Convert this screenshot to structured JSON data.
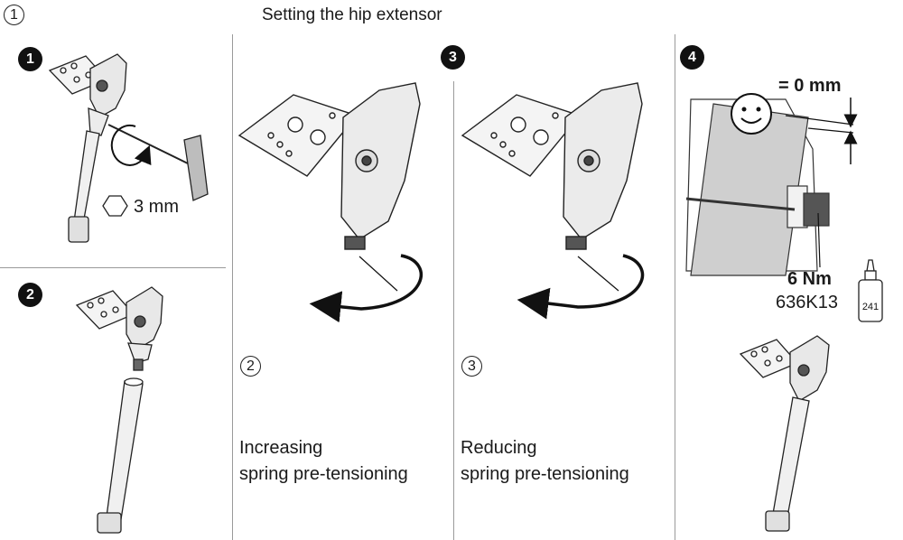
{
  "header": {
    "section_number": "1",
    "title": "Setting the hip extensor"
  },
  "steps": [
    {
      "badge": "1",
      "hex_label": "3 mm"
    },
    {
      "badge": "2"
    },
    {
      "badge": "3"
    },
    {
      "badge": "4",
      "gap_label": "= 0 mm",
      "torque": "6 Nm",
      "part": "636K13",
      "bottle_label": "241"
    }
  ],
  "variants": [
    {
      "number": "2",
      "line1": "Increasing",
      "line2": "spring pre-tensioning"
    },
    {
      "number": "3",
      "line1": "Reducing",
      "line2": "spring pre-tensioning"
    }
  ],
  "colors": {
    "ink": "#111111",
    "shade": "#cfcfcf",
    "divider": "#9a9a9a"
  }
}
